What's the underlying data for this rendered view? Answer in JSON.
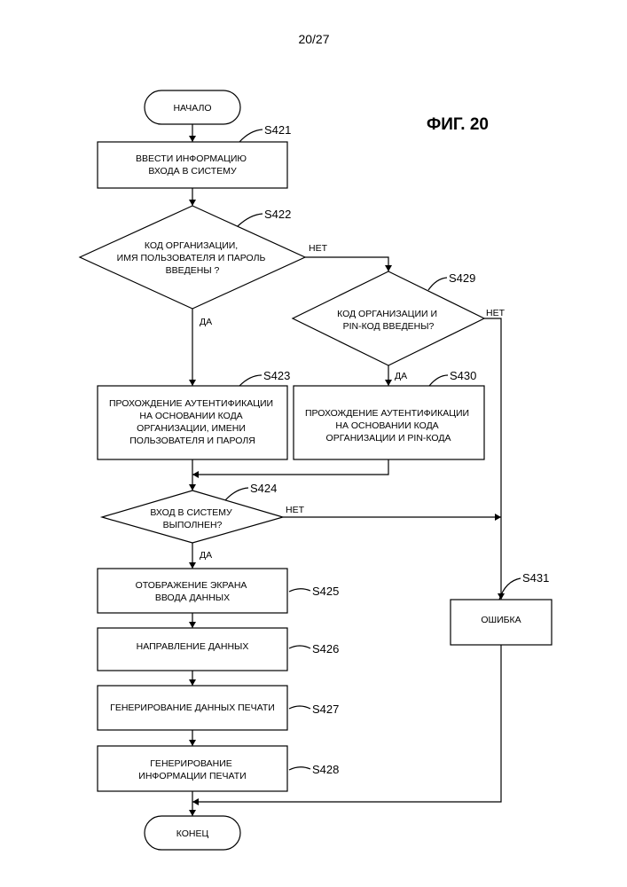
{
  "page_number": "20/27",
  "figure_label": "ФИГ. 20",
  "nodes": {
    "start": {
      "lines": [
        "НАЧАЛО"
      ]
    },
    "s421": {
      "step": "S421",
      "lines": [
        "ВВЕСТИ ИНФОРМАЦИЮ",
        "ВХОДА В СИСТЕМУ"
      ]
    },
    "s422": {
      "step": "S422",
      "lines": [
        "КОД ОРГАНИЗАЦИИ,",
        "ИМЯ ПОЛЬЗОВАТЕЛЯ И ПАРОЛЬ",
        "ВВЕДЕНЫ ?"
      ]
    },
    "s423": {
      "step": "S423",
      "lines": [
        "ПРОХОЖДЕНИЕ АУТЕНТИФИКАЦИИ",
        "НА ОСНОВАНИИ КОДА",
        "ОРГАНИЗАЦИИ, ИМЕНИ",
        "ПОЛЬЗОВАТЕЛЯ И ПАРОЛЯ"
      ]
    },
    "s424": {
      "step": "S424",
      "lines": [
        "ВХОД В СИСТЕМУ",
        "ВЫПОЛНЕН?"
      ]
    },
    "s425": {
      "step": "S425",
      "lines": [
        "ОТОБРАЖЕНИЕ ЭКРАНА",
        "ВВОДА ДАННЫХ"
      ]
    },
    "s426": {
      "step": "S426",
      "lines": [
        "НАПРАВЛЕНИЕ ДАННЫХ"
      ]
    },
    "s427": {
      "step": "S427",
      "lines": [
        "ГЕНЕРИРОВАНИЕ ДАННЫХ ПЕЧАТИ"
      ]
    },
    "s428": {
      "step": "S428",
      "lines": [
        "ГЕНЕРИРОВАНИЕ",
        "ИНФОРМАЦИИ ПЕЧАТИ"
      ]
    },
    "s429": {
      "step": "S429",
      "lines": [
        "КОД ОРГАНИЗАЦИИ И",
        "PIN-КОД ВВЕДЕНЫ?"
      ]
    },
    "s430": {
      "step": "S430",
      "lines": [
        "ПРОХОЖДЕНИЕ АУТЕНТИФИКАЦИИ",
        "НА ОСНОВАНИИ КОДА",
        "ОРГАНИЗАЦИИ И PIN-КОДА"
      ]
    },
    "s431": {
      "step": "S431",
      "lines": [
        "ОШИБКА"
      ]
    },
    "end": {
      "lines": [
        "КОНЕЦ"
      ]
    }
  },
  "branch_labels": {
    "yes": "ДА",
    "no": "НЕТ"
  }
}
